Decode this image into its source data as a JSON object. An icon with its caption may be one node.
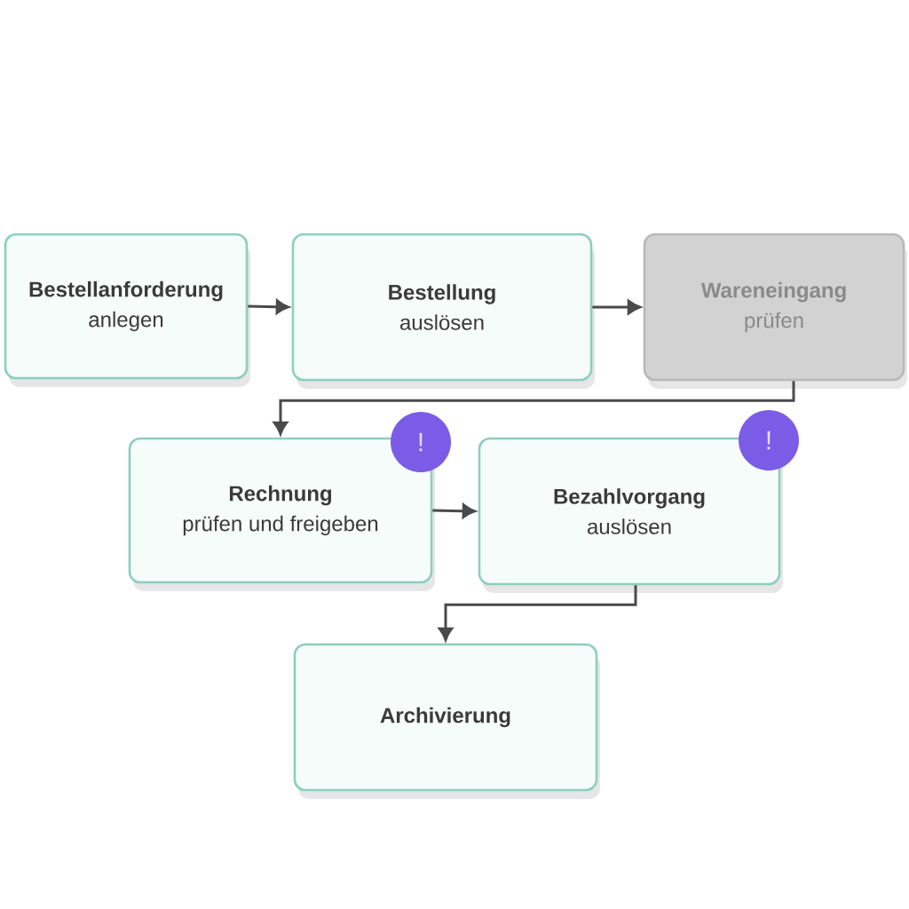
{
  "diagram": {
    "nodes": [
      {
        "text": [
          "Bestellanforderung",
          "anlegen"
        ]
      },
      {
        "text": [
          "Bestellung",
          "auslösen"
        ]
      },
      {
        "text": [
          "Wareneingang",
          "prüfen"
        ]
      },
      {
        "text": [
          "Rechnung",
          "prüfen und freigeben"
        ]
      },
      {
        "text": [
          "!"
        ]
      },
      {
        "text": [
          "Bezahlvorgang",
          "auslösen"
        ]
      },
      {
        "text": [
          "!"
        ]
      },
      {
        "text": [
          "Archivierung"
        ]
      }
    ],
    "edges": [
      {
        "from": 0,
        "to": 1,
        "arrow": "to"
      },
      {
        "from": 1,
        "to": 2,
        "arrow": "to"
      },
      {
        "from": 2,
        "to": 3,
        "arrow": "to"
      },
      {
        "from": 3,
        "to": 5,
        "arrow": "to"
      },
      {
        "from": 5,
        "to": 7,
        "arrow": "to"
      }
    ]
  }
}
